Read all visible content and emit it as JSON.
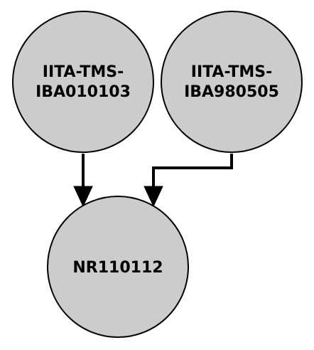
{
  "diagram": {
    "node_fill": "#cccccc",
    "edge_color": "#000000",
    "nodes": {
      "parent_1": {
        "line_1": "IITA-TMS-",
        "line_2": "IBA010103"
      },
      "parent_2": {
        "line_1": "IITA-TMS-",
        "line_2": "IBA980505"
      },
      "child": {
        "line_1": "NR110112"
      }
    },
    "edges": [
      {
        "from": "parent_1",
        "to": "child"
      },
      {
        "from": "parent_2",
        "to": "child"
      }
    ]
  }
}
